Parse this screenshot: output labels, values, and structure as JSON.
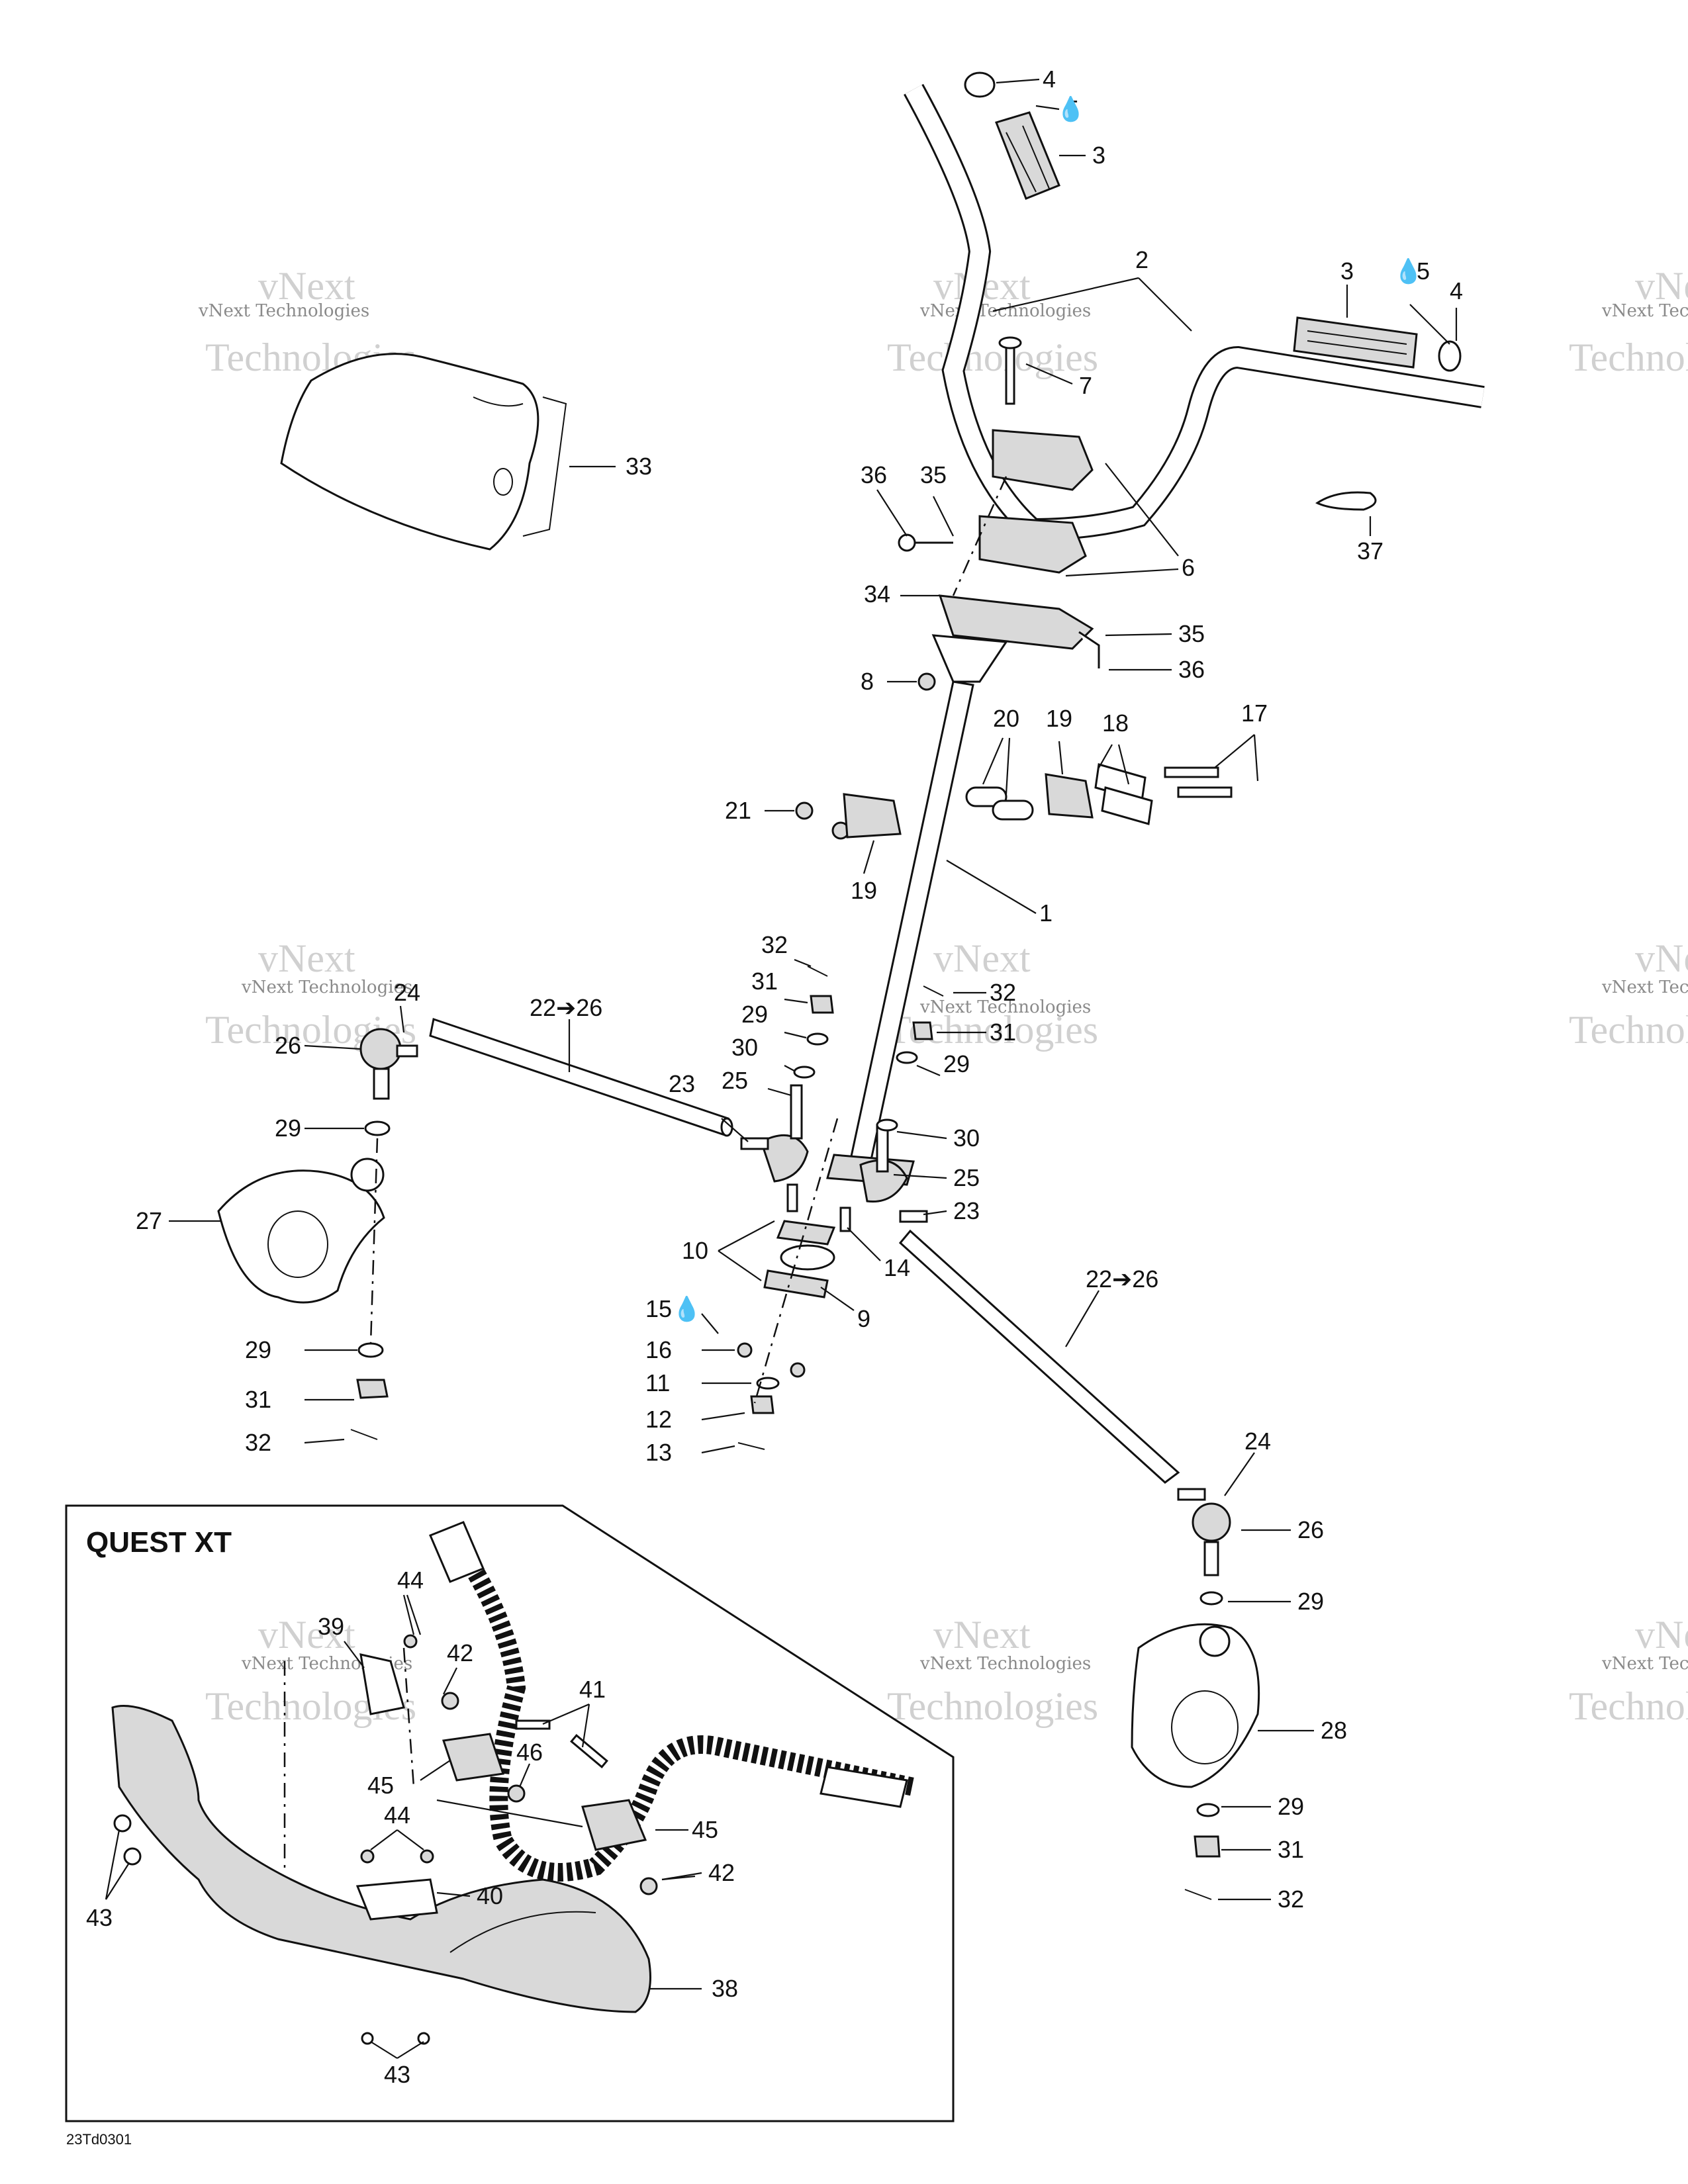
{
  "watermark": {
    "line1": "vNext",
    "line2": "Technologies",
    "small": "vNext Technologies"
  },
  "inset": {
    "title": "QUEST XT"
  },
  "diagram_code": "23Td0301",
  "callouts": {
    "c1": "1",
    "c2": "2",
    "c3a": "3",
    "c3b": "3",
    "c4a": "4",
    "c4b": "4",
    "c5a": "5",
    "c5b": "5",
    "c6": "6",
    "c7": "7",
    "c8": "8",
    "c9": "9",
    "c10": "10",
    "c11": "11",
    "c12": "12",
    "c13": "13",
    "c14": "14",
    "c15": "15",
    "c16": "16",
    "c17": "17",
    "c18": "18",
    "c19a": "19",
    "c19b": "19",
    "c20": "20",
    "c21": "21",
    "c22a": "22➔26",
    "c22b": "22➔26",
    "c23a": "23",
    "c23b": "23",
    "c24a": "24",
    "c24b": "24",
    "c25a": "25",
    "c25b": "25",
    "c26a": "26",
    "c26b": "26",
    "c27": "27",
    "c28": "28",
    "c29a": "29",
    "c29b": "29",
    "c29c": "29",
    "c29d": "29",
    "c29e": "29",
    "c29f": "29",
    "c30a": "30",
    "c30b": "30",
    "c31a": "31",
    "c31b": "31",
    "c31c": "31",
    "c31d": "31",
    "c32a": "32",
    "c32b": "32",
    "c32c": "32",
    "c32d": "32",
    "c33": "33",
    "c34": "34",
    "c35a": "35",
    "c35b": "35",
    "c36a": "36",
    "c36b": "36",
    "c37": "37",
    "c38": "38",
    "c39": "39",
    "c40": "40",
    "c41": "41",
    "c42a": "42",
    "c42b": "42",
    "c43a": "43",
    "c43b": "43",
    "c44a": "44",
    "c44b": "44",
    "c45a": "45",
    "c45b": "45",
    "c46": "46"
  }
}
